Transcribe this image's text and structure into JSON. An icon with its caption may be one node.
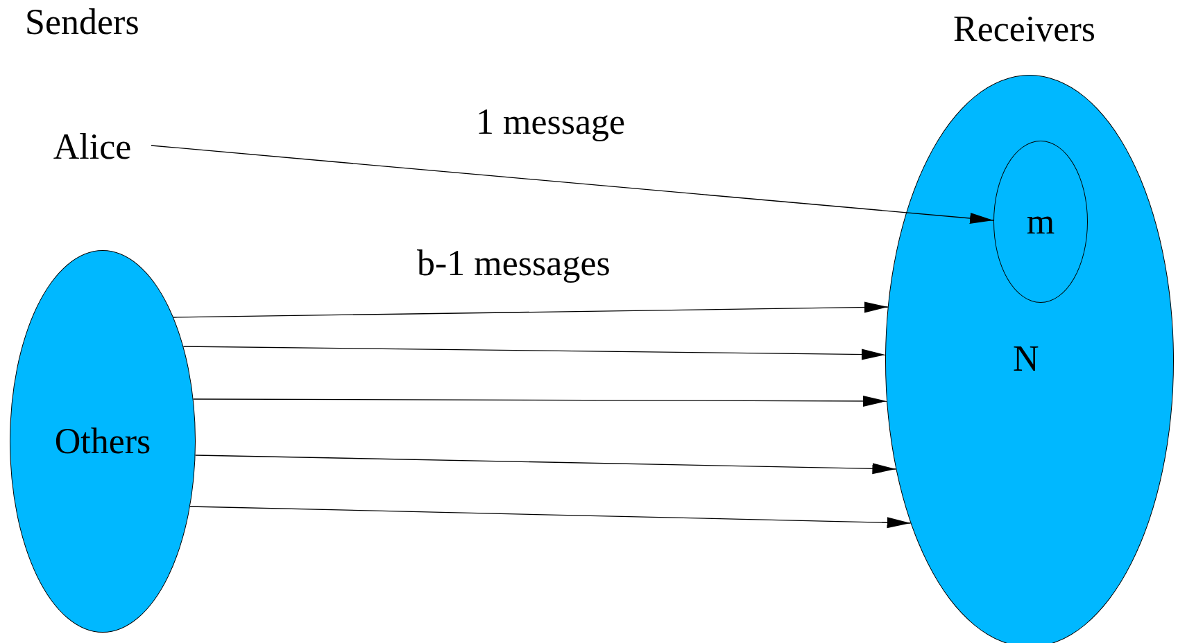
{
  "diagram": {
    "nodes": [
      {
        "text": [
          "Alice"
        ]
      },
      {
        "text": [
          "Others"
        ]
      },
      {
        "text": [
          "N"
        ]
      },
      {
        "text": [
          "m"
        ],
        "in": 2
      }
    ],
    "edges": [
      {
        "from": 0,
        "to": 3,
        "arrow": "to",
        "label": "1 message"
      },
      {
        "from": 1,
        "to": 2,
        "arrow": "to",
        "label": "b-1 messages"
      },
      {
        "from": 1,
        "to": 2,
        "arrow": "to"
      },
      {
        "from": 1,
        "to": 2,
        "arrow": "to"
      },
      {
        "from": 1,
        "to": 2,
        "arrow": "to"
      },
      {
        "from": 1,
        "to": 2,
        "arrow": "to"
      }
    ],
    "labels": [
      "Senders",
      "Receivers"
    ]
  }
}
